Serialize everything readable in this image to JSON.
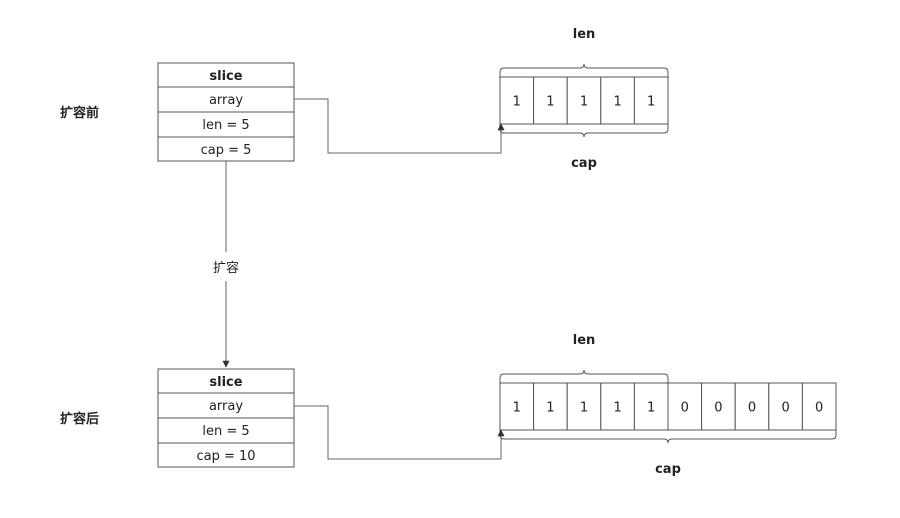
{
  "before": {
    "label": "扩容前",
    "slice": {
      "header": "slice",
      "fields": [
        "array",
        "len = 5",
        "cap = 5"
      ]
    },
    "array": {
      "cells": [
        "1",
        "1",
        "1",
        "1",
        "1"
      ],
      "len_label": "len",
      "cap_label": "cap",
      "len": 5,
      "cap": 5
    }
  },
  "transition": {
    "label": "扩容"
  },
  "after": {
    "label": "扩容后",
    "slice": {
      "header": "slice",
      "fields": [
        "array",
        "len = 5",
        "cap = 10"
      ]
    },
    "array": {
      "cells": [
        "1",
        "1",
        "1",
        "1",
        "1",
        "0",
        "0",
        "0",
        "0",
        "0"
      ],
      "len_label": "len",
      "cap_label": "cap",
      "len": 5,
      "cap": 10
    }
  },
  "colors": {
    "stroke": "#555555",
    "connector": "#666666",
    "text": "#222222",
    "background": "#ffffff"
  }
}
